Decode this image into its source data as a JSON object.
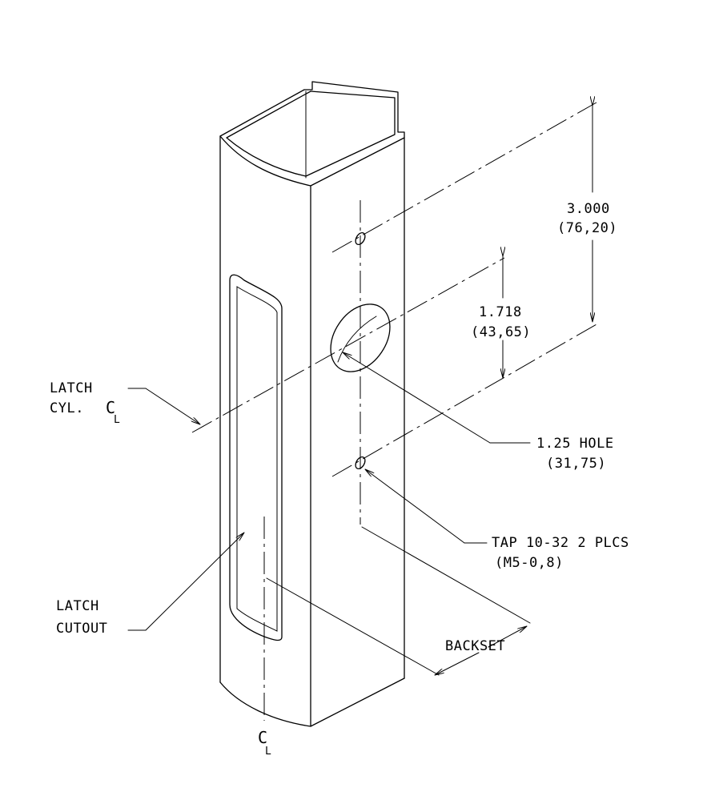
{
  "labels": {
    "dim_3000": "3.000",
    "dim_3000_metric": "(76,20)",
    "dim_1718": "1.718",
    "dim_1718_metric": "(43,65)",
    "hole": "1.25 HOLE",
    "hole_metric": "(31,75)",
    "tap": "TAP 10-32 2 PLCS",
    "tap_metric": "(M5-0,8)",
    "latch_cyl_1": "LATCH",
    "latch_cyl_2": "CYL.",
    "latch_cutout_1": "LATCH",
    "latch_cutout_2": "CUTOUT",
    "backset": "BACKSET",
    "centerline_c": "C",
    "centerline_l": "L"
  },
  "colors": {
    "line": "#000000",
    "background": "#ffffff"
  }
}
